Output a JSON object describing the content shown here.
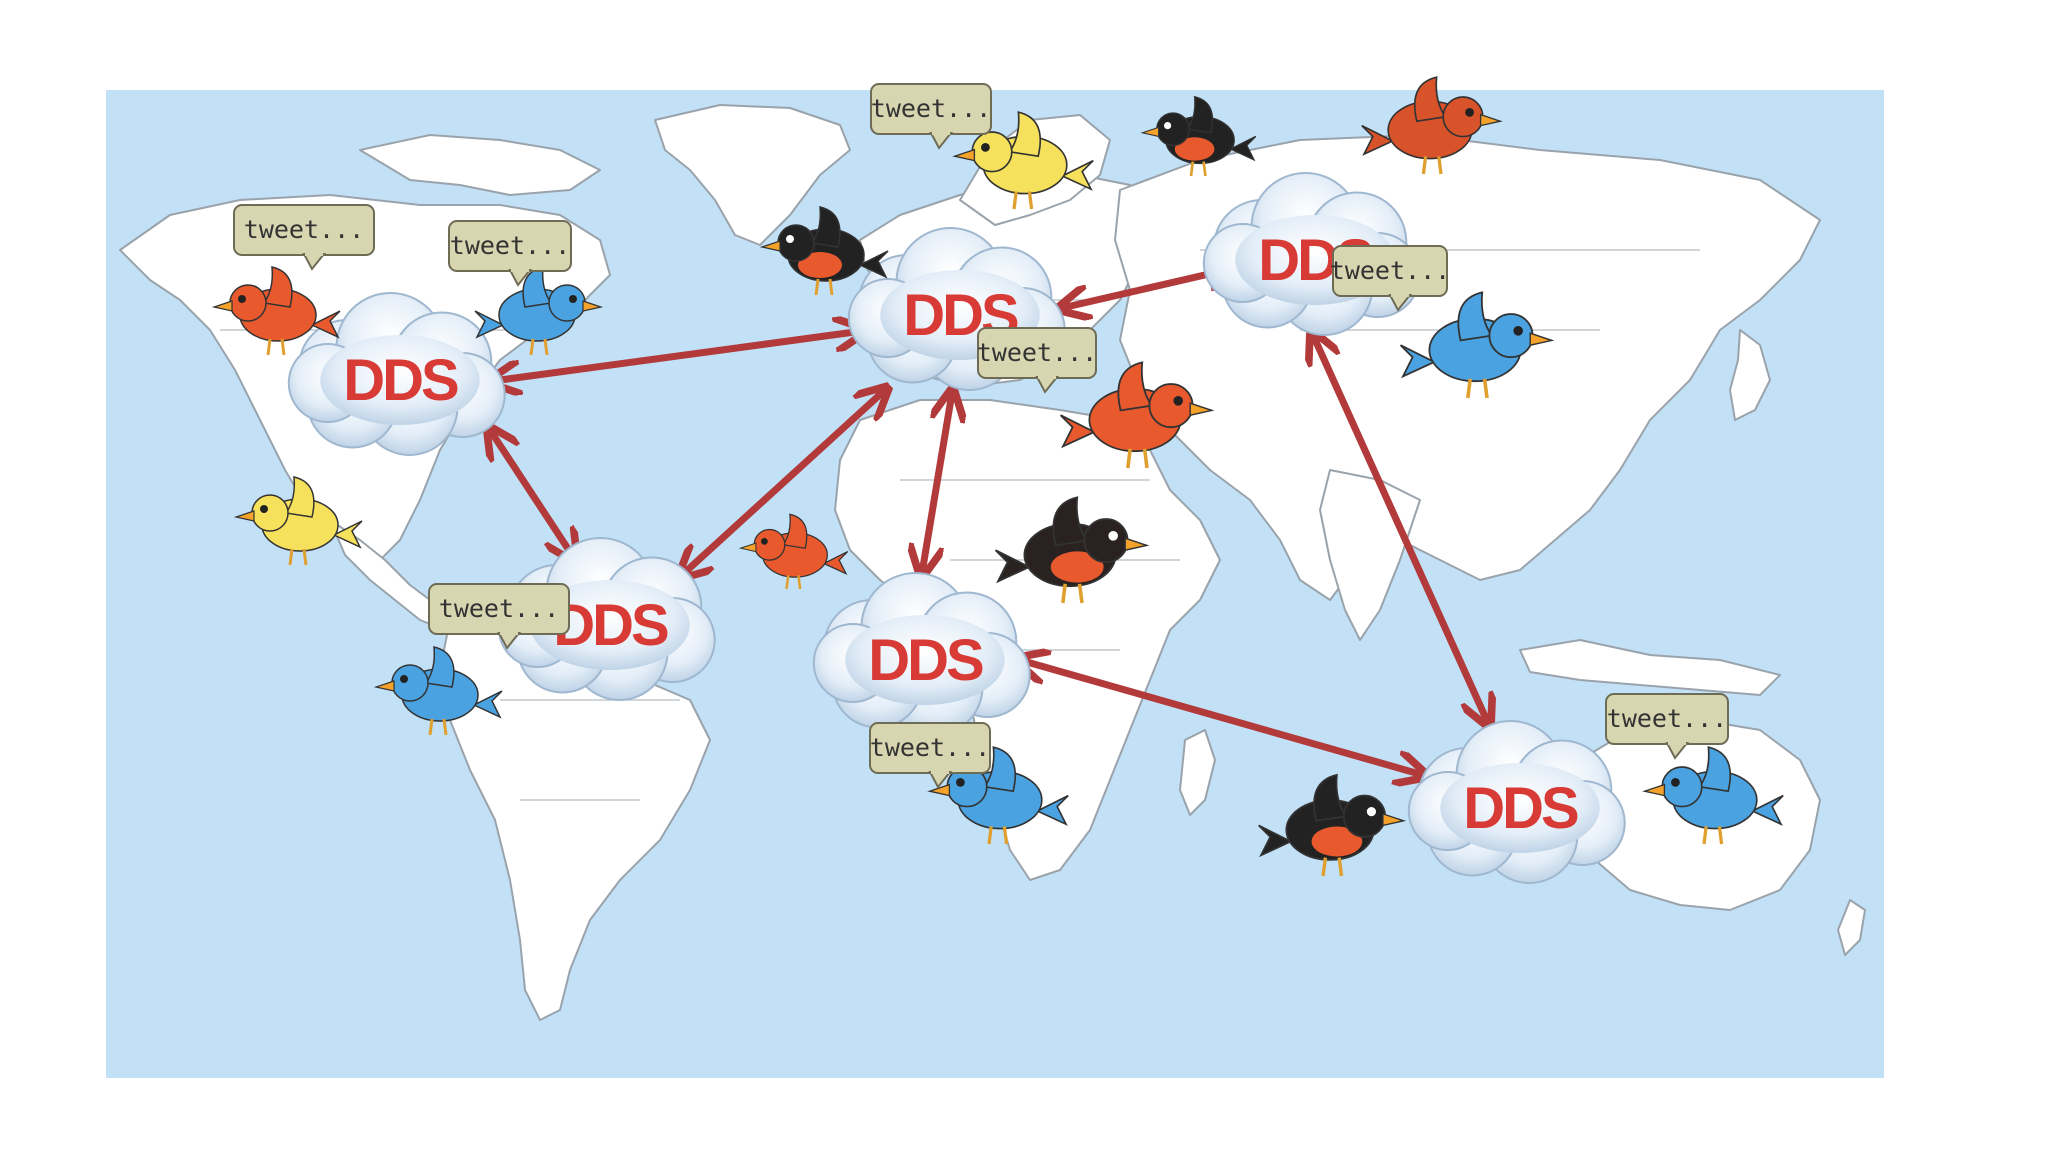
{
  "colors": {
    "ocean": "#c3e1f6",
    "land": "#ffffff",
    "border": "#9aa3ab",
    "arrow": "#b23a3a",
    "cloud_fill": "#dbe8f5",
    "cloud_stroke": "#9fb7cf",
    "dds_text": "#d83a35",
    "bubble_fill": "#d8d6b0",
    "bubble_stroke": "#6e6c55"
  },
  "clouds": [
    {
      "id": "north-america",
      "label": "DDS"
    },
    {
      "id": "south-america",
      "label": "DDS"
    },
    {
      "id": "europe",
      "label": "DDS"
    },
    {
      "id": "africa",
      "label": "DDS"
    },
    {
      "id": "russia",
      "label": "DDS"
    },
    {
      "id": "australia",
      "label": "DDS"
    }
  ],
  "connections": [
    [
      "north-america",
      "europe"
    ],
    [
      "north-america",
      "south-america"
    ],
    [
      "south-america",
      "europe"
    ],
    [
      "europe",
      "africa"
    ],
    [
      "europe",
      "russia"
    ],
    [
      "russia",
      "australia"
    ],
    [
      "africa",
      "australia"
    ]
  ],
  "bubbles": [
    {
      "id": "bubble-1",
      "text": "tweet..."
    },
    {
      "id": "bubble-2",
      "text": "tweet..."
    },
    {
      "id": "bubble-3",
      "text": "tweet..."
    },
    {
      "id": "bubble-4",
      "text": "tweet..."
    },
    {
      "id": "bubble-5",
      "text": "tweet..."
    },
    {
      "id": "bubble-6",
      "text": "tweet..."
    },
    {
      "id": "bubble-7",
      "text": "tweet..."
    },
    {
      "id": "bubble-8",
      "text": "tweet..."
    },
    {
      "id": "bubble-9",
      "text": "tweet..."
    }
  ],
  "birds": [
    {
      "id": "bird-1",
      "color": "#e8592e"
    },
    {
      "id": "bird-2",
      "color": "#4aa3e0"
    },
    {
      "id": "bird-3",
      "color": "#f6e15c"
    },
    {
      "id": "bird-4",
      "color": "#4aa3e0"
    },
    {
      "id": "bird-5",
      "color": "#222222"
    },
    {
      "id": "bird-6",
      "color": "#f6e15c"
    },
    {
      "id": "bird-7",
      "color": "#222222"
    },
    {
      "id": "bird-8",
      "color": "#d9532a"
    },
    {
      "id": "bird-9",
      "color": "#4aa3e0"
    },
    {
      "id": "bird-10",
      "color": "#e8592e"
    },
    {
      "id": "bird-11",
      "color": "#e8592e"
    },
    {
      "id": "bird-12",
      "color": "#2a2220"
    },
    {
      "id": "bird-13",
      "color": "#4aa3e0"
    },
    {
      "id": "bird-14",
      "color": "#222222"
    },
    {
      "id": "bird-15",
      "color": "#4aa3e0"
    }
  ]
}
